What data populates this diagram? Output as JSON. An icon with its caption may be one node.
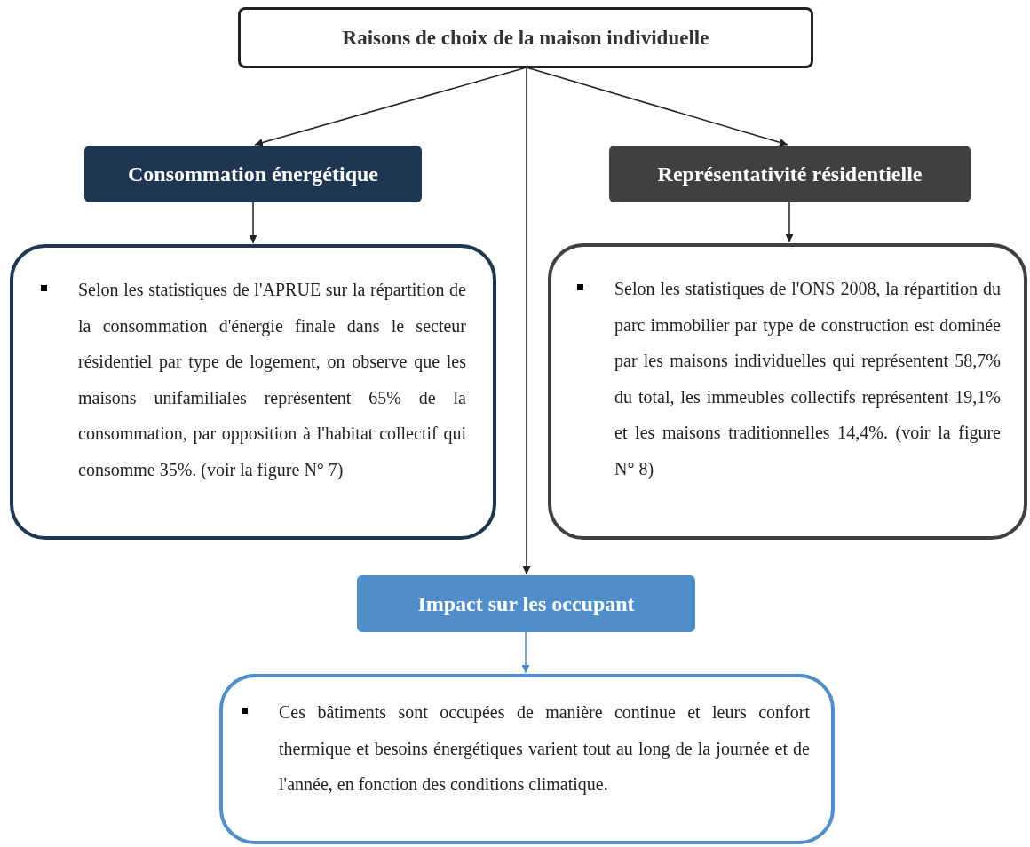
{
  "diagram": {
    "nodes": [
      {
        "text": [
          "Raisons de choix de la maison individuelle"
        ]
      },
      {
        "text": [
          "Consommation énergétique"
        ]
      },
      {
        "text": [
          "Représentativité résidentielle"
        ]
      },
      {
        "text": [
          "Selon les statistiques de l'APRUE sur la répartition de la consommation d'énergie finale dans le secteur résidentiel par type de logement, on observe que les maisons unifamiliales représentent 65% de la consommation, par opposition à l'habitat collectif qui consomme 35%. (voir la figure N° 7)"
        ]
      },
      {
        "text": [
          "Selon les statistiques de l'ONS 2008, la répartition du parc immobilier par type de construction est dominée par les maisons individuelles qui représentent 58,7% du total, les immeubles collectifs représentent 19,1% et les maisons traditionnelles 14,4%. (voir la figure N° 8)"
        ]
      },
      {
        "text": [
          "Impact sur les occupant"
        ]
      },
      {
        "text": [
          "Ces bâtiments sont occupées de manière continue et leurs confort thermique et besoins énergétiques varient tout au long de la journée et de l'année, en fonction des conditions climatique."
        ]
      }
    ],
    "edges": [
      {
        "from": 0,
        "to": 1,
        "arrow": "to"
      },
      {
        "from": 0,
        "to": 2,
        "arrow": "to"
      },
      {
        "from": 0,
        "to": 5,
        "arrow": "to"
      },
      {
        "from": 1,
        "to": 3,
        "arrow": "to"
      },
      {
        "from": 2,
        "to": 4,
        "arrow": "to"
      },
      {
        "from": 5,
        "to": 6,
        "arrow": "to",
        "color": "#4a8ac8"
      }
    ]
  }
}
